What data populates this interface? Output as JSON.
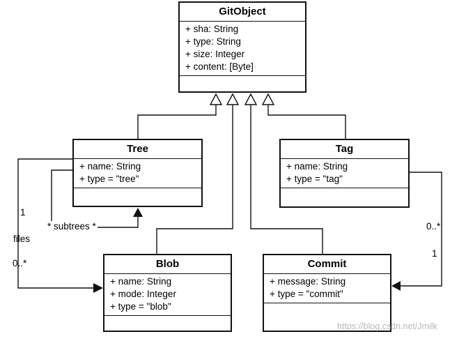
{
  "classes": {
    "gitobject": {
      "name": "GitObject",
      "attributes": [
        "+ sha: String",
        "+ type: String",
        "+ size: Integer",
        "+ content: [Byte]"
      ]
    },
    "tree": {
      "name": "Tree",
      "attributes": [
        "+ name: String",
        "+ type = \"tree\""
      ]
    },
    "tag": {
      "name": "Tag",
      "attributes": [
        "+ name: String",
        "+ type = \"tag\""
      ]
    },
    "blob": {
      "name": "Blob",
      "attributes": [
        "+ name: String",
        "+ mode: Integer",
        "+ type = \"blob\""
      ]
    },
    "commit": {
      "name": "Commit",
      "attributes": [
        "+ message: String",
        "+ type = \"commit\""
      ]
    }
  },
  "labels": {
    "tree_multiplicity_one": "1",
    "files": "files",
    "files_multiplicity": "0..*",
    "subtrees": "* subtrees *",
    "tag_multiplicity": "0..*",
    "commit_multiplicity": "1"
  },
  "watermark": "https://blog.csdn.net/Jmilk"
}
